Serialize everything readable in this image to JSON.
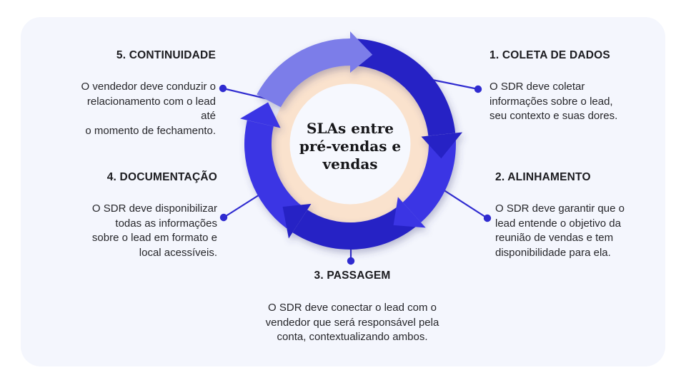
{
  "title": {
    "text": "SLAs entre pré-vendas e vendas",
    "lines": [
      "SLAs entre",
      "pré-vendas e",
      "vendas"
    ]
  },
  "steps": [
    {
      "label": "1. COLETA DE DADOS",
      "description": "O SDR deve coletar informações sobre o lead, seu contexto e suas dores.",
      "lines": [
        "O SDR deve coletar",
        "informações sobre o lead,",
        "seu contexto e suas dores."
      ]
    },
    {
      "label": "2. ALINHAMENTO",
      "description": "O SDR deve garantir que o lead entende o objetivo da reunião de vendas e tem disponibilidade para ela.",
      "lines": [
        "O SDR deve garantir que o",
        "lead entende o objetivo da",
        "reunião de vendas e tem",
        "disponibilidade para ela."
      ]
    },
    {
      "label": "3. PASSAGEM",
      "description": "O SDR deve conectar o lead com o vendedor que será responsável pela conta, contextualizando ambos.",
      "lines": [
        "O SDR deve conectar o lead com o",
        "vendedor que será responsável pela",
        "conta, contextualizando ambos."
      ]
    },
    {
      "label": "4. DOCUMENTAÇÃO",
      "description": "O SDR deve disponibilizar todas as informações sobre o lead em formato e local acessíveis.",
      "lines": [
        "O SDR deve disponibilizar",
        "todas as informações",
        "sobre o lead em formato e",
        "local acessíveis."
      ]
    },
    {
      "label": "5. CONTINUIDADE",
      "description": "O vendedor deve conduzir o relacionamento com o lead até o momento de fechamento.",
      "lines": [
        "O vendedor deve conduzir o",
        "relacionamento com o lead até",
        "o momento de fechamento."
      ]
    }
  ],
  "colors": {
    "page_bg": "#ffffff",
    "card_bg": "#f4f6fd",
    "peach_ring": "#fae2cd",
    "center_bg": "#f6f8fe",
    "arrow_periwinkle": "#7b7de9",
    "arrow_navy": "#2823c5",
    "arrow_blue": "#3b36e4",
    "connector": "#2f2bd0",
    "heading_text": "#1b1b1f",
    "body_text": "#26262a",
    "title_text": "#17171a"
  }
}
